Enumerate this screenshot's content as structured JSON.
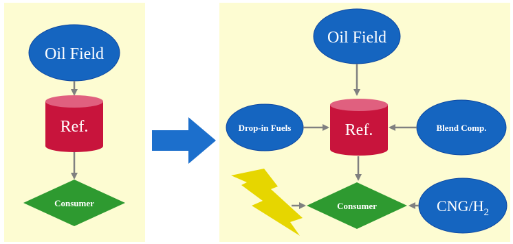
{
  "colors": {
    "panel_bg": "#fdfcd2",
    "ellipse": "#1565c0",
    "ellipse_stroke": "#0d47a1",
    "refinery_body": "#c8143c",
    "refinery_top": "#e0607f",
    "consumer": "#2e9a30",
    "arrow": "#808080",
    "big_arrow": "#1c6fcc",
    "lightning": "#e6d600",
    "label_light": "#ffffff"
  },
  "left_panel": {
    "oil_field": "Oil Field",
    "refinery": "Ref.",
    "consumer": "Consumer"
  },
  "right_panel": {
    "oil_field": "Oil Field",
    "refinery": "Ref.",
    "consumer": "Consumer",
    "drop_in": "Drop-in Fuels",
    "blend": "Blend Comp.",
    "cng_main": "CNG/H",
    "cng_sub": "2"
  },
  "icons": {
    "transition_arrow": "arrow-right-icon",
    "electricity": "lightning-bolt-icon"
  }
}
